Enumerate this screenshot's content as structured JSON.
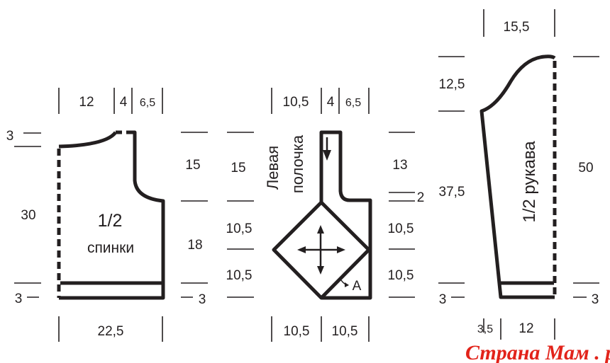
{
  "back": {
    "title_fraction": "1/2",
    "title_word": "спинки",
    "top": [
      "12",
      "4",
      "6,5"
    ],
    "left_top": "3",
    "left_main": "30",
    "left_bottom": "3",
    "right": [
      "15",
      "18"
    ],
    "right_bottom": "3",
    "bottom": "22,5"
  },
  "front": {
    "title_line1": "Левая",
    "title_line2": "полочка",
    "top": [
      "10,5",
      "4",
      "6,5"
    ],
    "left": [
      "15",
      "10,5",
      "10,5"
    ],
    "right": [
      "13",
      "2",
      "10,5",
      "10,5"
    ],
    "corner_label": "A",
    "bottom": [
      "10,5",
      "10,5"
    ]
  },
  "sleeve": {
    "title": "1/2 рукава",
    "top": "15,5",
    "left": [
      "12,5",
      "37,5"
    ],
    "left_bottom": "3",
    "right": "50",
    "right_bottom": "3",
    "bottom": [
      "3,5",
      "12"
    ]
  },
  "watermark": "Страна Мам . ру",
  "colors": {
    "ink": "#231f20",
    "watermark": "#e2231a"
  }
}
